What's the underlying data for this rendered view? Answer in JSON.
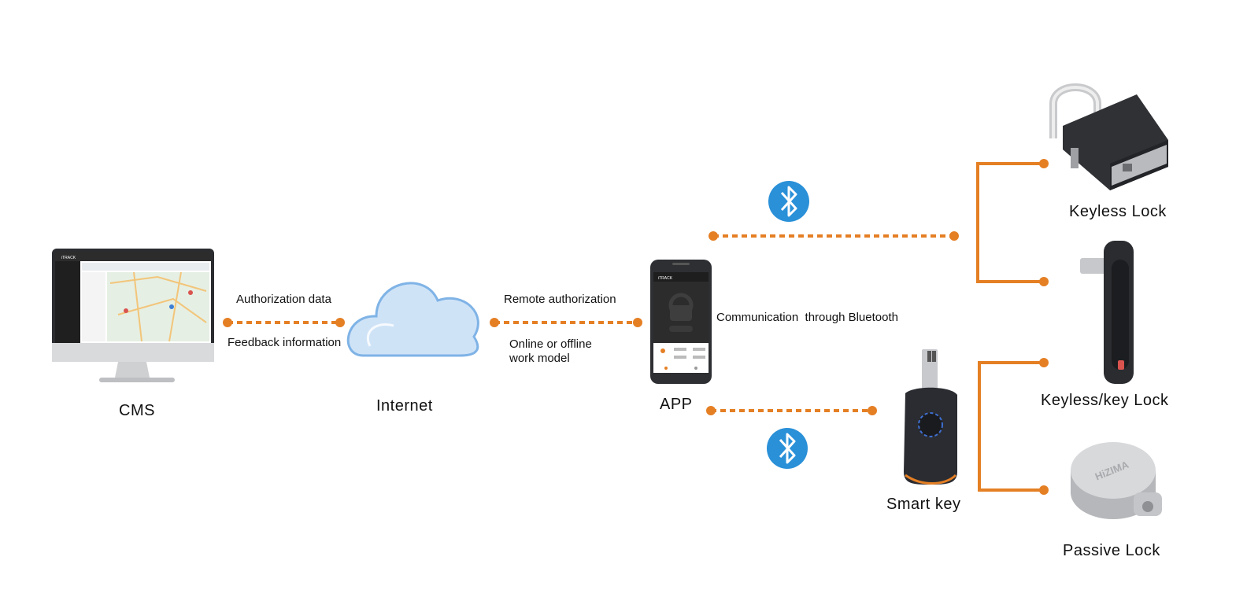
{
  "colors": {
    "connector": "#e57f24",
    "bluetooth": "#2a90d8",
    "cloud_fill": "#cfe3f7",
    "cloud_stroke": "#7fb3e6",
    "device_dark": "#2d2f33"
  },
  "nodes": {
    "cms": {
      "label": "CMS",
      "icon": "monitor-icon"
    },
    "internet": {
      "label": "Internet",
      "icon": "cloud-icon"
    },
    "app": {
      "label": "APP",
      "icon": "smartphone-icon"
    },
    "smart_key": {
      "label": "Smart key",
      "icon": "smart-key-icon"
    },
    "keyless_lock": {
      "label": "Keyless Lock",
      "icon": "padlock-icon"
    },
    "keyless_key_lock": {
      "label": "Keyless/key Lock",
      "icon": "handle-lock-icon"
    },
    "passive_lock": {
      "label": "Passive Lock",
      "icon": "cylinder-lock-icon"
    }
  },
  "edges": {
    "cms_internet_top": "Authorization data",
    "cms_internet_bottom": "Feedback information",
    "internet_app_top": "Remote authorization",
    "internet_app_bottom_line1": "Online or offline",
    "internet_app_bottom_line2": "work model",
    "app_locks": "Communication  through Bluetooth"
  },
  "screen": {
    "brand": "iTRACK",
    "phone_brand": "iTRACK"
  },
  "product_brand": "HiZIMA"
}
